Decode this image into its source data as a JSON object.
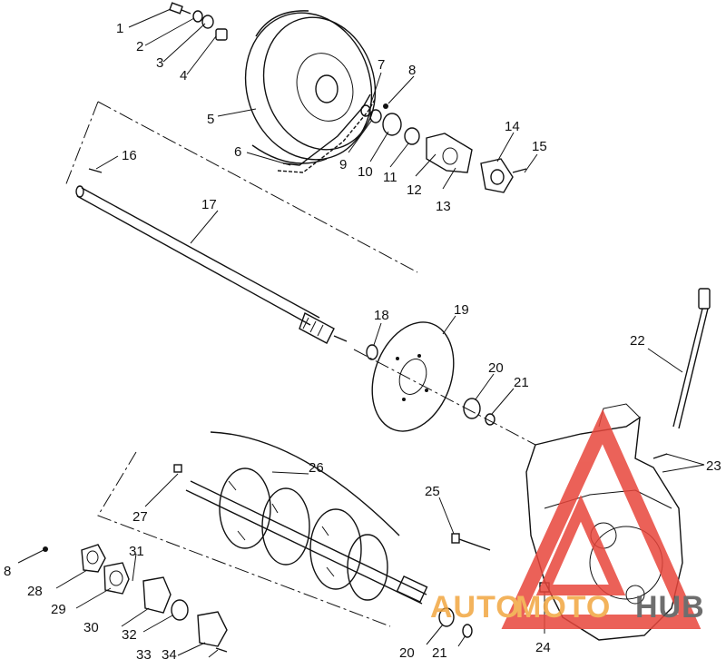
{
  "callouts": [
    {
      "label": "1"
    },
    {
      "label": "2"
    },
    {
      "label": "3"
    },
    {
      "label": "4"
    },
    {
      "label": "5"
    },
    {
      "label": "6"
    },
    {
      "label": "7"
    },
    {
      "label": "8"
    },
    {
      "label": "9"
    },
    {
      "label": "10"
    },
    {
      "label": "11"
    },
    {
      "label": "12"
    },
    {
      "label": "13"
    },
    {
      "label": "14"
    },
    {
      "label": "15"
    },
    {
      "label": "16"
    },
    {
      "label": "17"
    },
    {
      "label": "18"
    },
    {
      "label": "19"
    },
    {
      "label": "20"
    },
    {
      "label": "21"
    },
    {
      "label": "22"
    },
    {
      "label": "23"
    },
    {
      "label": "25"
    },
    {
      "label": "26"
    },
    {
      "label": "27"
    },
    {
      "label": "8"
    },
    {
      "label": "28"
    },
    {
      "label": "29"
    },
    {
      "label": "30"
    },
    {
      "label": "31"
    },
    {
      "label": "32"
    },
    {
      "label": "33"
    },
    {
      "label": "34"
    },
    {
      "label": "20"
    },
    {
      "label": "21"
    },
    {
      "label": "24"
    }
  ],
  "watermark": {
    "part1": "AUTO",
    "part2": "MOTO",
    "part3": "HUB",
    "color_red": "#e8463c",
    "color_orange": "#f2a640",
    "color_gray": "#555555"
  }
}
